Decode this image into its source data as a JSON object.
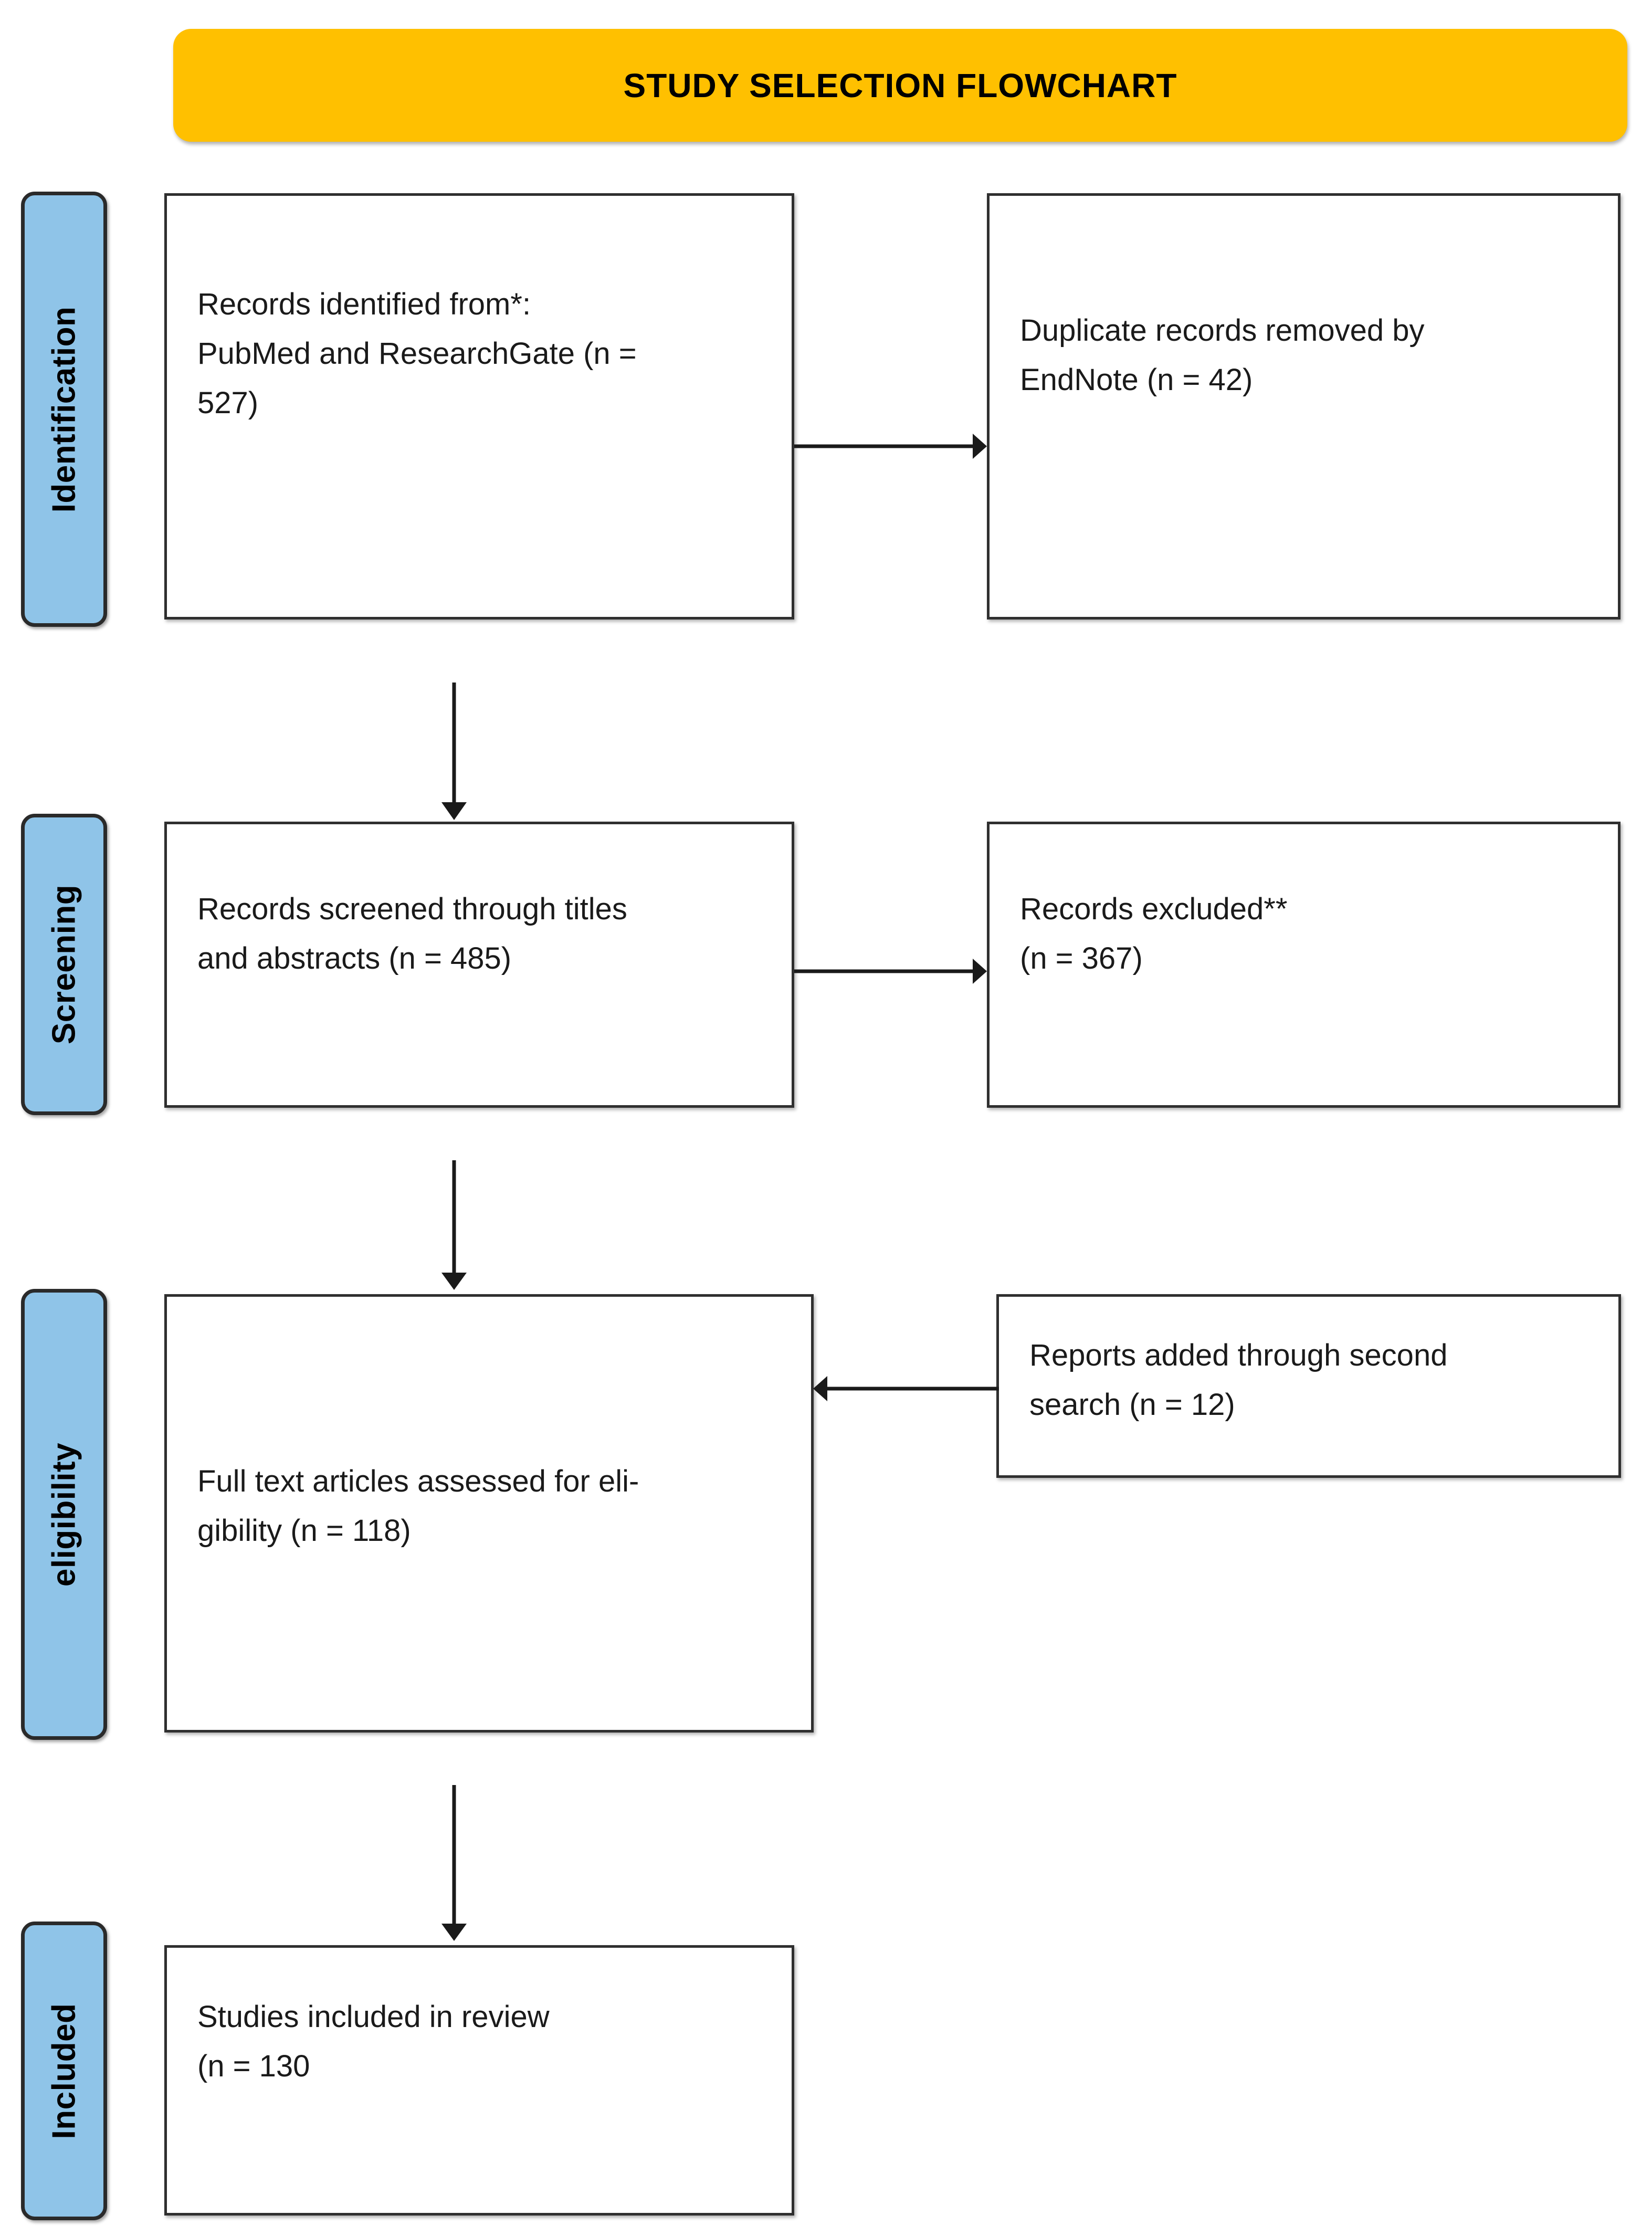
{
  "title": {
    "text": "STUDY SELECTION FLOWCHART",
    "background_color": "#FFC000",
    "text_color": "#000000"
  },
  "colors": {
    "banner": "#FFC000",
    "stage_label": "#8FC4E8",
    "box_border": "#2f2f2f",
    "arrow": "#1a1a1a",
    "text": "#1a1a1a"
  },
  "stages": [
    {
      "id": "identification",
      "label": "Identification"
    },
    {
      "id": "screening",
      "label": "Screening"
    },
    {
      "id": "eligibility",
      "label": "eligibility"
    },
    {
      "id": "included",
      "label": "Included"
    }
  ],
  "boxes": {
    "records_identified": {
      "line1": "Records identified from*:",
      "line2": "PubMed and ResearchGate (n =",
      "line3": "527)"
    },
    "duplicates_removed": {
      "line1": "Duplicate records removed by",
      "line2": "EndNote (n = 42)"
    },
    "records_screened": {
      "line1": "Records screened through titles",
      "line2": "and abstracts (n = 485)"
    },
    "records_excluded": {
      "line1": "Records excluded**",
      "line2": "(n = 367)"
    },
    "full_text_assessed": {
      "line1": "Full text articles assessed for eli-",
      "line2": "gibility (n = 118)"
    },
    "reports_added": {
      "line1": "Reports added through second",
      "line2": "search (n = 12)"
    },
    "studies_included": {
      "line1": "Studies included in review",
      "line2": "(n = 130"
    }
  },
  "chart_data": {
    "type": "diagram",
    "title": "STUDY SELECTION FLOWCHART",
    "diagram_kind": "PRISMA study selection flow diagram",
    "stages": [
      "Identification",
      "Screening",
      "eligibility",
      "Included"
    ],
    "nodes": [
      {
        "id": "records_identified",
        "stage": "Identification",
        "text": "Records identified from*: PubMed and ResearchGate (n = 527)",
        "n": 527
      },
      {
        "id": "duplicates_removed",
        "stage": "Identification",
        "text": "Duplicate records removed by EndNote (n = 42)",
        "n": 42
      },
      {
        "id": "records_screened",
        "stage": "Screening",
        "text": "Records screened through titles and abstracts (n = 485)",
        "n": 485
      },
      {
        "id": "records_excluded",
        "stage": "Screening",
        "text": "Records excluded** (n = 367)",
        "n": 367
      },
      {
        "id": "full_text_assessed",
        "stage": "eligibility",
        "text": "Full text articles assessed for eligibility (n = 118)",
        "n": 118
      },
      {
        "id": "reports_added",
        "stage": "eligibility",
        "text": "Reports added through second search (n = 12)",
        "n": 12
      },
      {
        "id": "studies_included",
        "stage": "Included",
        "text": "Studies included in review (n = 130",
        "n": 130
      }
    ],
    "edges": [
      {
        "from": "records_identified",
        "to": "duplicates_removed",
        "direction": "right"
      },
      {
        "from": "records_identified",
        "to": "records_screened",
        "direction": "down"
      },
      {
        "from": "records_screened",
        "to": "records_excluded",
        "direction": "right"
      },
      {
        "from": "records_screened",
        "to": "full_text_assessed",
        "direction": "down"
      },
      {
        "from": "reports_added",
        "to": "full_text_assessed",
        "direction": "left"
      },
      {
        "from": "full_text_assessed",
        "to": "studies_included",
        "direction": "down"
      }
    ],
    "footnotes": [
      "*",
      "**"
    ]
  }
}
